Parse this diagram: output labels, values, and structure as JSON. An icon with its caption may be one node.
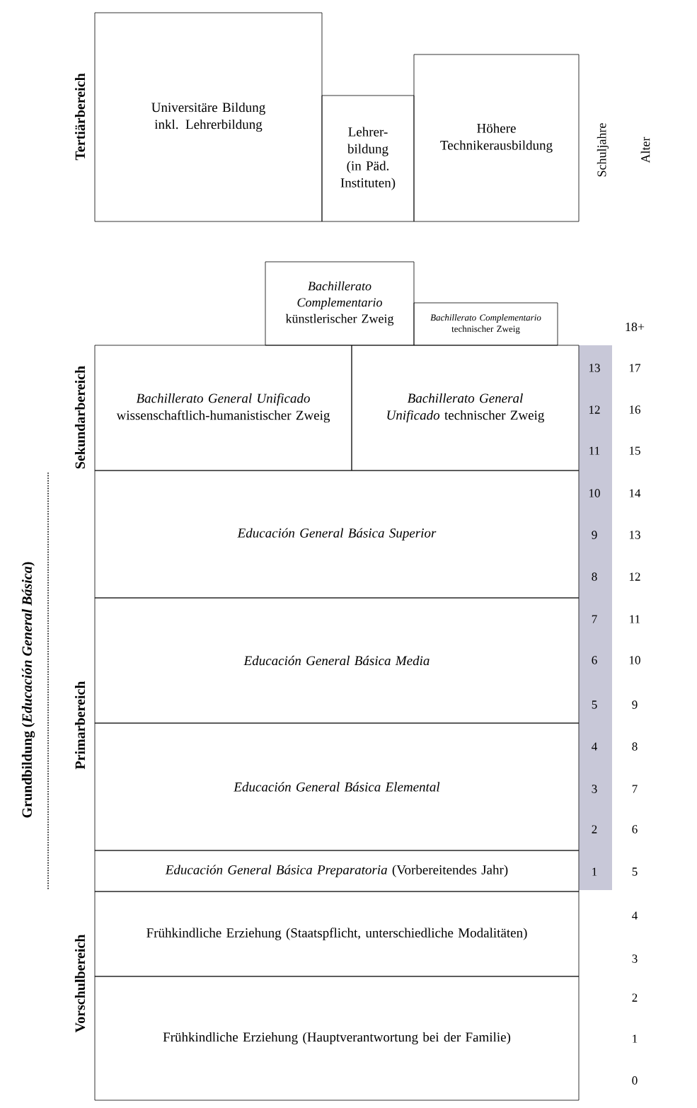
{
  "diagram": {
    "nodes": [
      {
        "text": [
          "Universitäre Bildung inkl. Lehrerbildung"
        ]
      },
      {
        "text": [
          "Lehrer-bildung (in Päd. Instituten)"
        ]
      },
      {
        "text": [
          "Höhere Technikerausbildung"
        ]
      },
      {
        "text": [
          "*Bachillerato Complementario* künstlerischer Zweig"
        ]
      },
      {
        "text": [
          "*Bachillerato Complementario* technischer Zweig"
        ]
      },
      {
        "text": [
          "*Bachillerato General Unificado* wissenschaftlich-humanistischer Zweig"
        ]
      },
      {
        "text": [
          "*Bachillerato General Unificado* technischer Zweig"
        ]
      },
      {
        "text": [
          "Educación General Básica Superior"
        ]
      },
      {
        "text": [
          "Educación General Básica Media"
        ]
      },
      {
        "text": [
          "Educación General Básica Elemental"
        ]
      },
      {
        "text": [
          "*Educación General Básica Preparatoria* (Vorbereitendes Jahr)"
        ]
      },
      {
        "text": [
          "Frühkindliche Erziehung (Staatspflicht, unterschiedliche Modalitäten)"
        ]
      },
      {
        "text": [
          "Frühkindliche Erziehung (Hauptverantwortung bei der Familie)"
        ]
      }
    ],
    "labels": [
      "Tertiärbereich",
      "Sekundarbereich",
      "Primarbereich",
      "Vorschulbereich",
      "Grundbildung (*Educación General Básica*)",
      "Schuljahre",
      "Alter",
      "18+",
      "13",
      "17",
      "12",
      "16",
      "11",
      "15",
      "10",
      "14",
      "9",
      "13",
      "8",
      "12",
      "7",
      "11",
      "6",
      "10",
      "5",
      "9",
      "4",
      "8",
      "3",
      "7",
      "2",
      "6",
      "1",
      "5",
      "4",
      "3",
      "2",
      "1",
      "0"
    ]
  }
}
